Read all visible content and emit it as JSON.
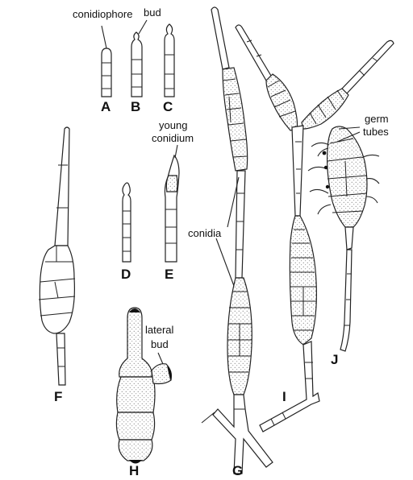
{
  "labels": {
    "conidiophore": "conidiophore",
    "bud": "bud",
    "young_conidium_1": "young",
    "young_conidium_2": "conidium",
    "germ_tubes_1": "germ",
    "germ_tubes_2": "tubes",
    "conidia": "conidia",
    "lateral_bud_1": "lateral",
    "lateral_bud_2": "bud"
  },
  "letters": {
    "A": "A",
    "B": "B",
    "C": "C",
    "D": "D",
    "E": "E",
    "F": "F",
    "G": "G",
    "H": "H",
    "I": "I",
    "J": "J"
  }
}
